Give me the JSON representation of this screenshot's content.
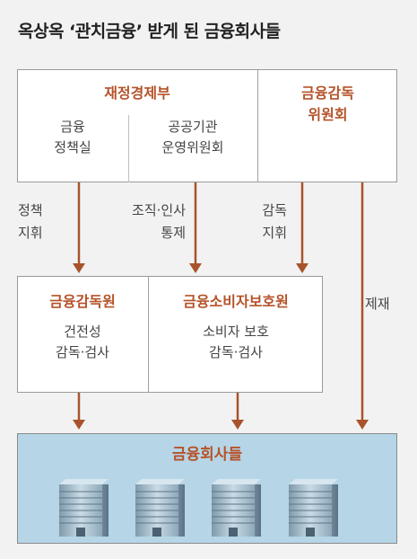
{
  "title": "옥상옥 ‘관치금융’ 받게 된 금융회사들",
  "colors": {
    "accent": "#b5532a",
    "arrow": "#a8532c",
    "companies_fill": "#b6d5e6",
    "building_facade": "#9eb8c8",
    "background": "#f2f2f2"
  },
  "top": {
    "ministry": "재정경제부",
    "finance_policy_office": "금융\n정책실",
    "public_org_committee": "공공기관\n운영위원회",
    "fsc": "금융감독\n위원회"
  },
  "arrow_labels": {
    "policy_direction": "정책\n지휘",
    "org_personnel": "조직·인사\n통제",
    "supervision": "감독\n지휘",
    "sanction": "제재"
  },
  "middle": {
    "fss_title": "금융감독원",
    "fss_roles": "건전성\n감독·검사",
    "fcpa_title": "금융소비자보호원",
    "fcpa_roles": "소비자 보호\n감독·검사"
  },
  "bottom": {
    "companies": "금융회사들",
    "building_icon": "office-building-icon"
  }
}
